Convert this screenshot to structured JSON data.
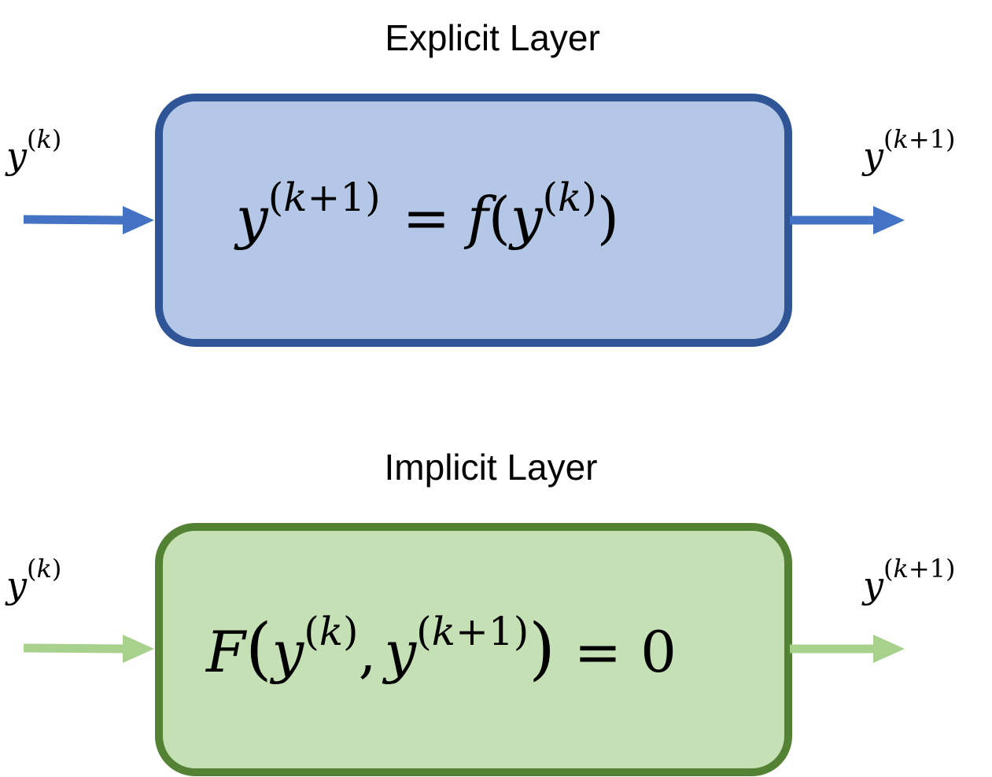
{
  "diagram": {
    "colors": {
      "explicit_fill": "#b4c7e7",
      "explicit_stroke": "#2f5597",
      "explicit_arrow": "#4472c4",
      "implicit_fill": "#c5e0b4",
      "implicit_stroke": "#548235",
      "implicit_arrow": "#a9d18e",
      "text": "#000000"
    },
    "explicit": {
      "title": "Explicit Layer",
      "input": {
        "base": "y",
        "open": "(",
        "k": "k",
        "close": ")"
      },
      "output": {
        "base": "y",
        "open": "(",
        "k": "k",
        "plus": "+",
        "one": "1",
        "close": ")"
      },
      "equation": {
        "lhs_base": "y",
        "lhs_open": "(",
        "lhs_k": "k",
        "lhs_plus": "+",
        "lhs_one": "1",
        "lhs_close": ")",
        "equals": "=",
        "func": "f",
        "paren_open": "(",
        "arg_base": "y",
        "arg_open": "(",
        "arg_k": "k",
        "arg_close": ")",
        "paren_close": ")"
      }
    },
    "implicit": {
      "title": "Implicit Layer",
      "input": {
        "base": "y",
        "open": "(",
        "k": "k",
        "close": ")"
      },
      "output": {
        "base": "y",
        "open": "(",
        "k": "k",
        "plus": "+",
        "one": "1",
        "close": ")"
      },
      "equation": {
        "func": "F",
        "paren_open": "(",
        "arg1_base": "y",
        "arg1_open": "(",
        "arg1_k": "k",
        "arg1_close": ")",
        "comma": ",",
        "arg2_base": "y",
        "arg2_open": "(",
        "arg2_k": "k",
        "arg2_plus": "+",
        "arg2_one": "1",
        "arg2_close": ")",
        "paren_close": ")",
        "equals": "=",
        "zero": "0"
      }
    }
  }
}
